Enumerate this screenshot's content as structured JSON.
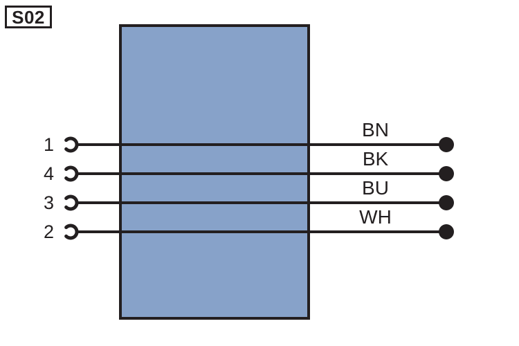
{
  "diagram": {
    "component_id": "S02",
    "component_fill_color": "#87a2c9",
    "line_color": "#231f20",
    "wires": [
      {
        "pin": "1",
        "color_code": "BN"
      },
      {
        "pin": "4",
        "color_code": "BK"
      },
      {
        "pin": "3",
        "color_code": "BU"
      },
      {
        "pin": "2",
        "color_code": "WH"
      }
    ]
  }
}
